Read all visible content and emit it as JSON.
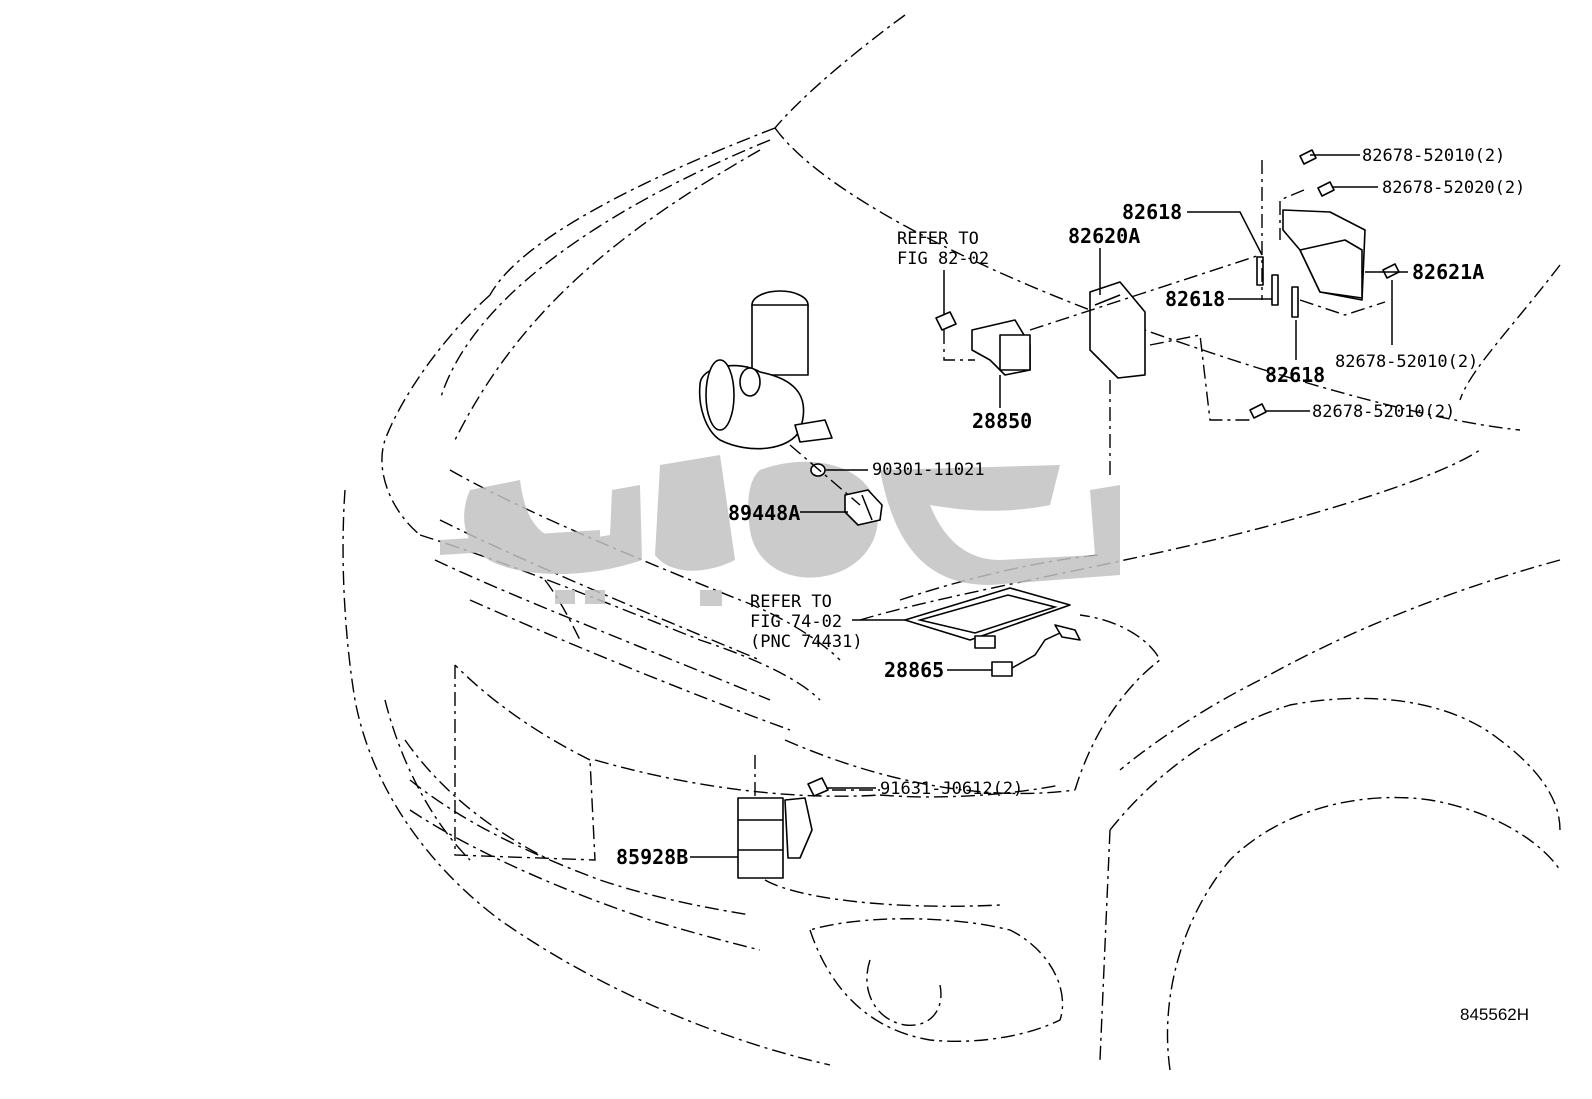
{
  "refs": {
    "ref1": [
      "REFER TO",
      "FIG 82-02"
    ],
    "ref2": [
      "REFER TO",
      "FIG 74-02",
      "(PNC 74431)"
    ]
  },
  "parts": {
    "p82678_52010_top": "82678-52010(2)",
    "p82678_52020": "82678-52020(2)",
    "p82618_a": "82618",
    "p82620A": "82620A",
    "p82621A": "82621A",
    "p82618_b": "82618",
    "p82618_c": "82618",
    "p82678_52010_right": "82678-52010(2)",
    "p82678_52010_mid": "82678-52010(2)",
    "p28850": "28850",
    "p90301": "90301-11021",
    "p89448A": "89448A",
    "p28865": "28865",
    "p91631": "91631-J0612(2)",
    "p85928B": "85928B"
  },
  "diagram_id": "845562H",
  "icons": [
    "bolt-icon",
    "clip-icon",
    "relay-icon",
    "sensor-icon",
    "reservoir-icon"
  ]
}
